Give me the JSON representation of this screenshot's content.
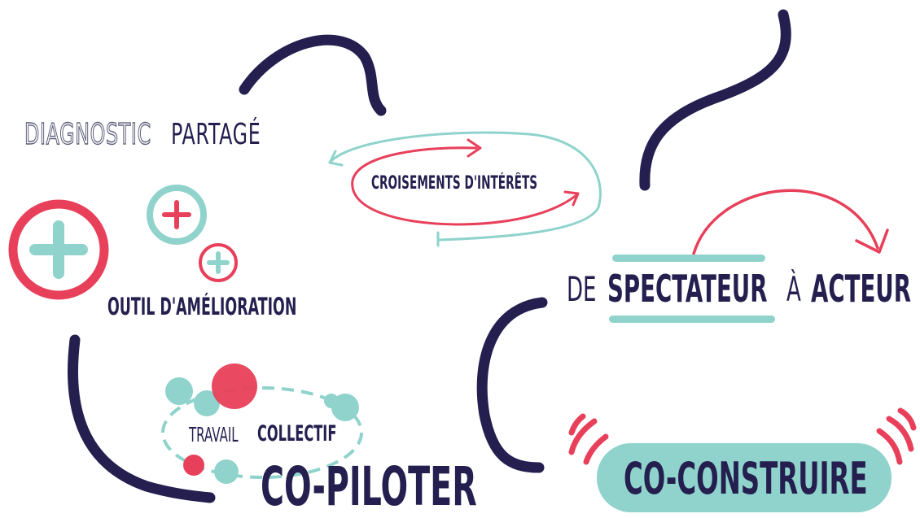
{
  "diagram": {
    "colors": {
      "navy": "#241f4f",
      "teal": "#8fd3cc",
      "red": "#e8405a",
      "outline": "#5a5a78"
    },
    "labels": {
      "diagnostic": "DIAGNOSTIC",
      "partage": "PARTAGÉ",
      "croisements": "CROISEMENTS D'INTÉRÊTS",
      "outil": "OUTIL D'AMÉLIORATION",
      "de": "DE",
      "spectateur": "SPECTATEUR",
      "a": "À",
      "acteur": "ACTEUR",
      "travail": "TRAVAIL",
      "collectif": "COLLECTIF",
      "copiloter": "CO-PILOTER",
      "coconstruire": "CO-CONSTRUIRE"
    },
    "icons": [
      "plus-circle-icon",
      "cycle-arrows-icon",
      "arc-arrow-icon",
      "sound-wave-icon"
    ]
  }
}
